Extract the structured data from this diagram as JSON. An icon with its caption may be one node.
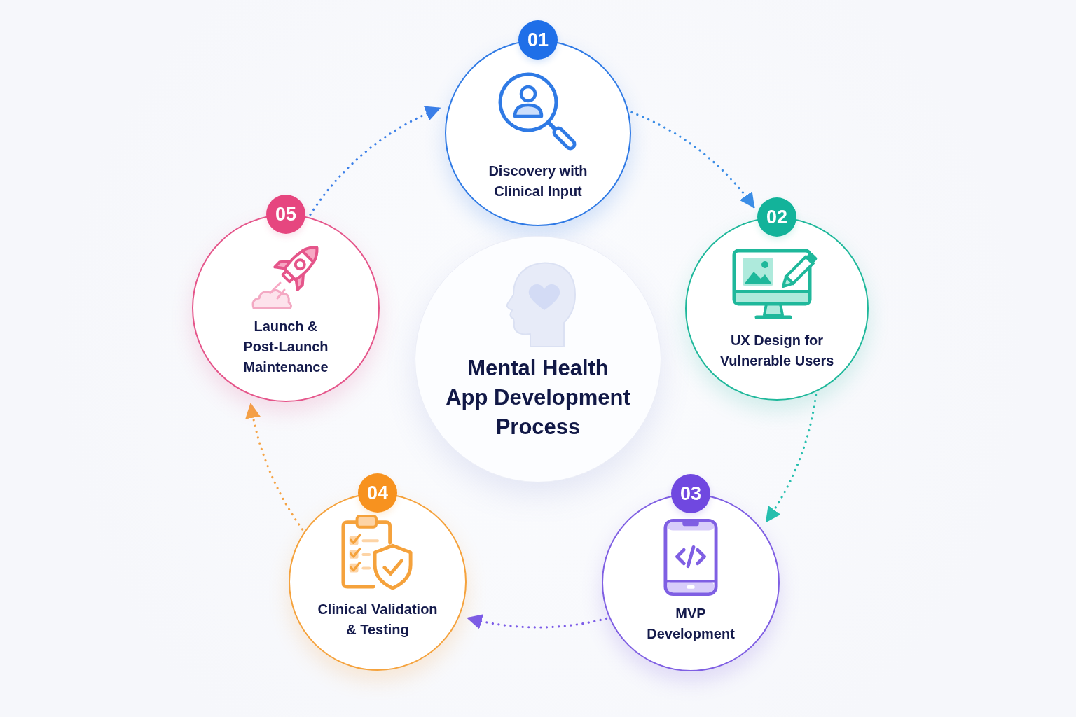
{
  "diagram": {
    "nodes": [
      {
        "text": [
          "01",
          "Discovery with Clinical Input"
        ]
      },
      {
        "text": [
          "02",
          "UX Design for Vulnerable Users"
        ]
      },
      {
        "text": [
          "03",
          "MVP Development"
        ]
      },
      {
        "text": [
          "04",
          "Clinical Validation & Testing"
        ]
      },
      {
        "text": [
          "05",
          "Launch & Post-Launch Maintenance"
        ]
      },
      {
        "text": [
          "Mental Health App Development Process"
        ]
      }
    ],
    "edges": [
      {
        "from": 0,
        "to": 1,
        "arrow": "to",
        "style": "dashed",
        "color": "#3b8de6"
      },
      {
        "from": 1,
        "to": 2,
        "arrow": "to",
        "style": "dashed",
        "color": "#26bfae"
      },
      {
        "from": 2,
        "to": 3,
        "arrow": "to",
        "style": "dashed",
        "color": "#7c5ce8"
      },
      {
        "from": 3,
        "to": 4,
        "arrow": "to",
        "style": "dashed",
        "color": "#f5a345"
      },
      {
        "from": 4,
        "to": 0,
        "arrow": "to",
        "style": "dashed",
        "color": "#3b7fe8"
      }
    ]
  }
}
